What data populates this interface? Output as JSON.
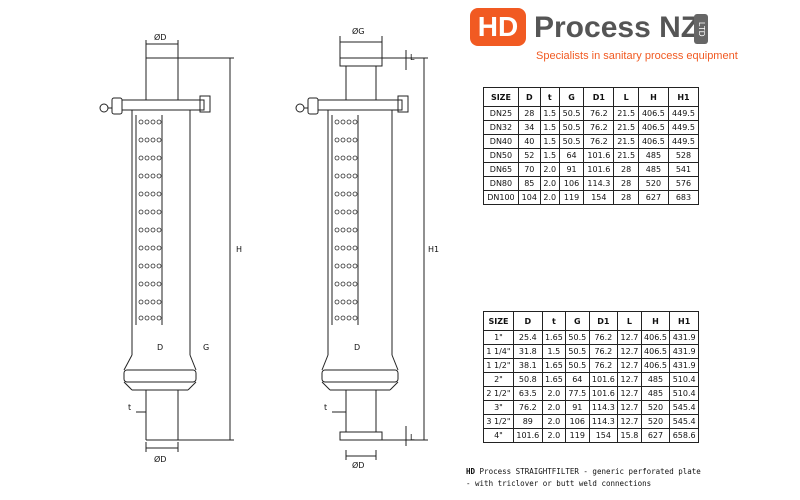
{
  "logo": {
    "badge": "HD",
    "name": "Process NZ",
    "ltd": "LTD",
    "tagline": "Specialists in sanitary process equipment"
  },
  "drawing_labels": {
    "left": {
      "top_dia": "ØD",
      "height": "H",
      "d_mark": "D",
      "t_mark": "t",
      "bottom_dia": "ØD",
      "g_mark": "G"
    },
    "right": {
      "top_dia": "ØG",
      "l_mark": "L",
      "height": "H1",
      "d_mark": "D",
      "t_mark": "t",
      "bottom_dia": "ØD",
      "l_bottom": "L"
    }
  },
  "table_metric": {
    "headers": [
      "SIZE",
      "D",
      "t",
      "G",
      "D1",
      "L",
      "H",
      "H1"
    ],
    "rows": [
      [
        "DN25",
        "28",
        "1.5",
        "50.5",
        "76.2",
        "21.5",
        "406.5",
        "449.5"
      ],
      [
        "DN32",
        "34",
        "1.5",
        "50.5",
        "76.2",
        "21.5",
        "406.5",
        "449.5"
      ],
      [
        "DN40",
        "40",
        "1.5",
        "50.5",
        "76.2",
        "21.5",
        "406.5",
        "449.5"
      ],
      [
        "DN50",
        "52",
        "1.5",
        "64",
        "101.6",
        "21.5",
        "485",
        "528"
      ],
      [
        "DN65",
        "70",
        "2.0",
        "91",
        "101.6",
        "28",
        "485",
        "541"
      ],
      [
        "DN80",
        "85",
        "2.0",
        "106",
        "114.3",
        "28",
        "520",
        "576"
      ],
      [
        "DN100",
        "104",
        "2.0",
        "119",
        "154",
        "28",
        "627",
        "683"
      ]
    ]
  },
  "table_inch": {
    "headers": [
      "SIZE",
      "D",
      "t",
      "G",
      "D1",
      "L",
      "H",
      "H1"
    ],
    "rows": [
      [
        "1\"",
        "25.4",
        "1.65",
        "50.5",
        "76.2",
        "12.7",
        "406.5",
        "431.9"
      ],
      [
        "1 1/4\"",
        "31.8",
        "1.5",
        "50.5",
        "76.2",
        "12.7",
        "406.5",
        "431.9"
      ],
      [
        "1 1/2\"",
        "38.1",
        "1.65",
        "50.5",
        "76.2",
        "12.7",
        "406.5",
        "431.9"
      ],
      [
        "2\"",
        "50.8",
        "1.65",
        "64",
        "101.6",
        "12.7",
        "485",
        "510.4"
      ],
      [
        "2 1/2\"",
        "63.5",
        "2.0",
        "77.5",
        "101.6",
        "12.7",
        "485",
        "510.4"
      ],
      [
        "3\"",
        "76.2",
        "2.0",
        "91",
        "114.3",
        "12.7",
        "520",
        "545.4"
      ],
      [
        "3 1/2\"",
        "89",
        "2.0",
        "106",
        "114.3",
        "12.7",
        "520",
        "545.4"
      ],
      [
        "4\"",
        "101.6",
        "2.0",
        "119",
        "154",
        "15.8",
        "627",
        "658.6"
      ]
    ]
  },
  "caption": {
    "line1_brand": "HD",
    "line1_rest": " Process STRAIGHTFILTER - generic perforated plate",
    "line2": "- with triclover or butt weld connections"
  }
}
